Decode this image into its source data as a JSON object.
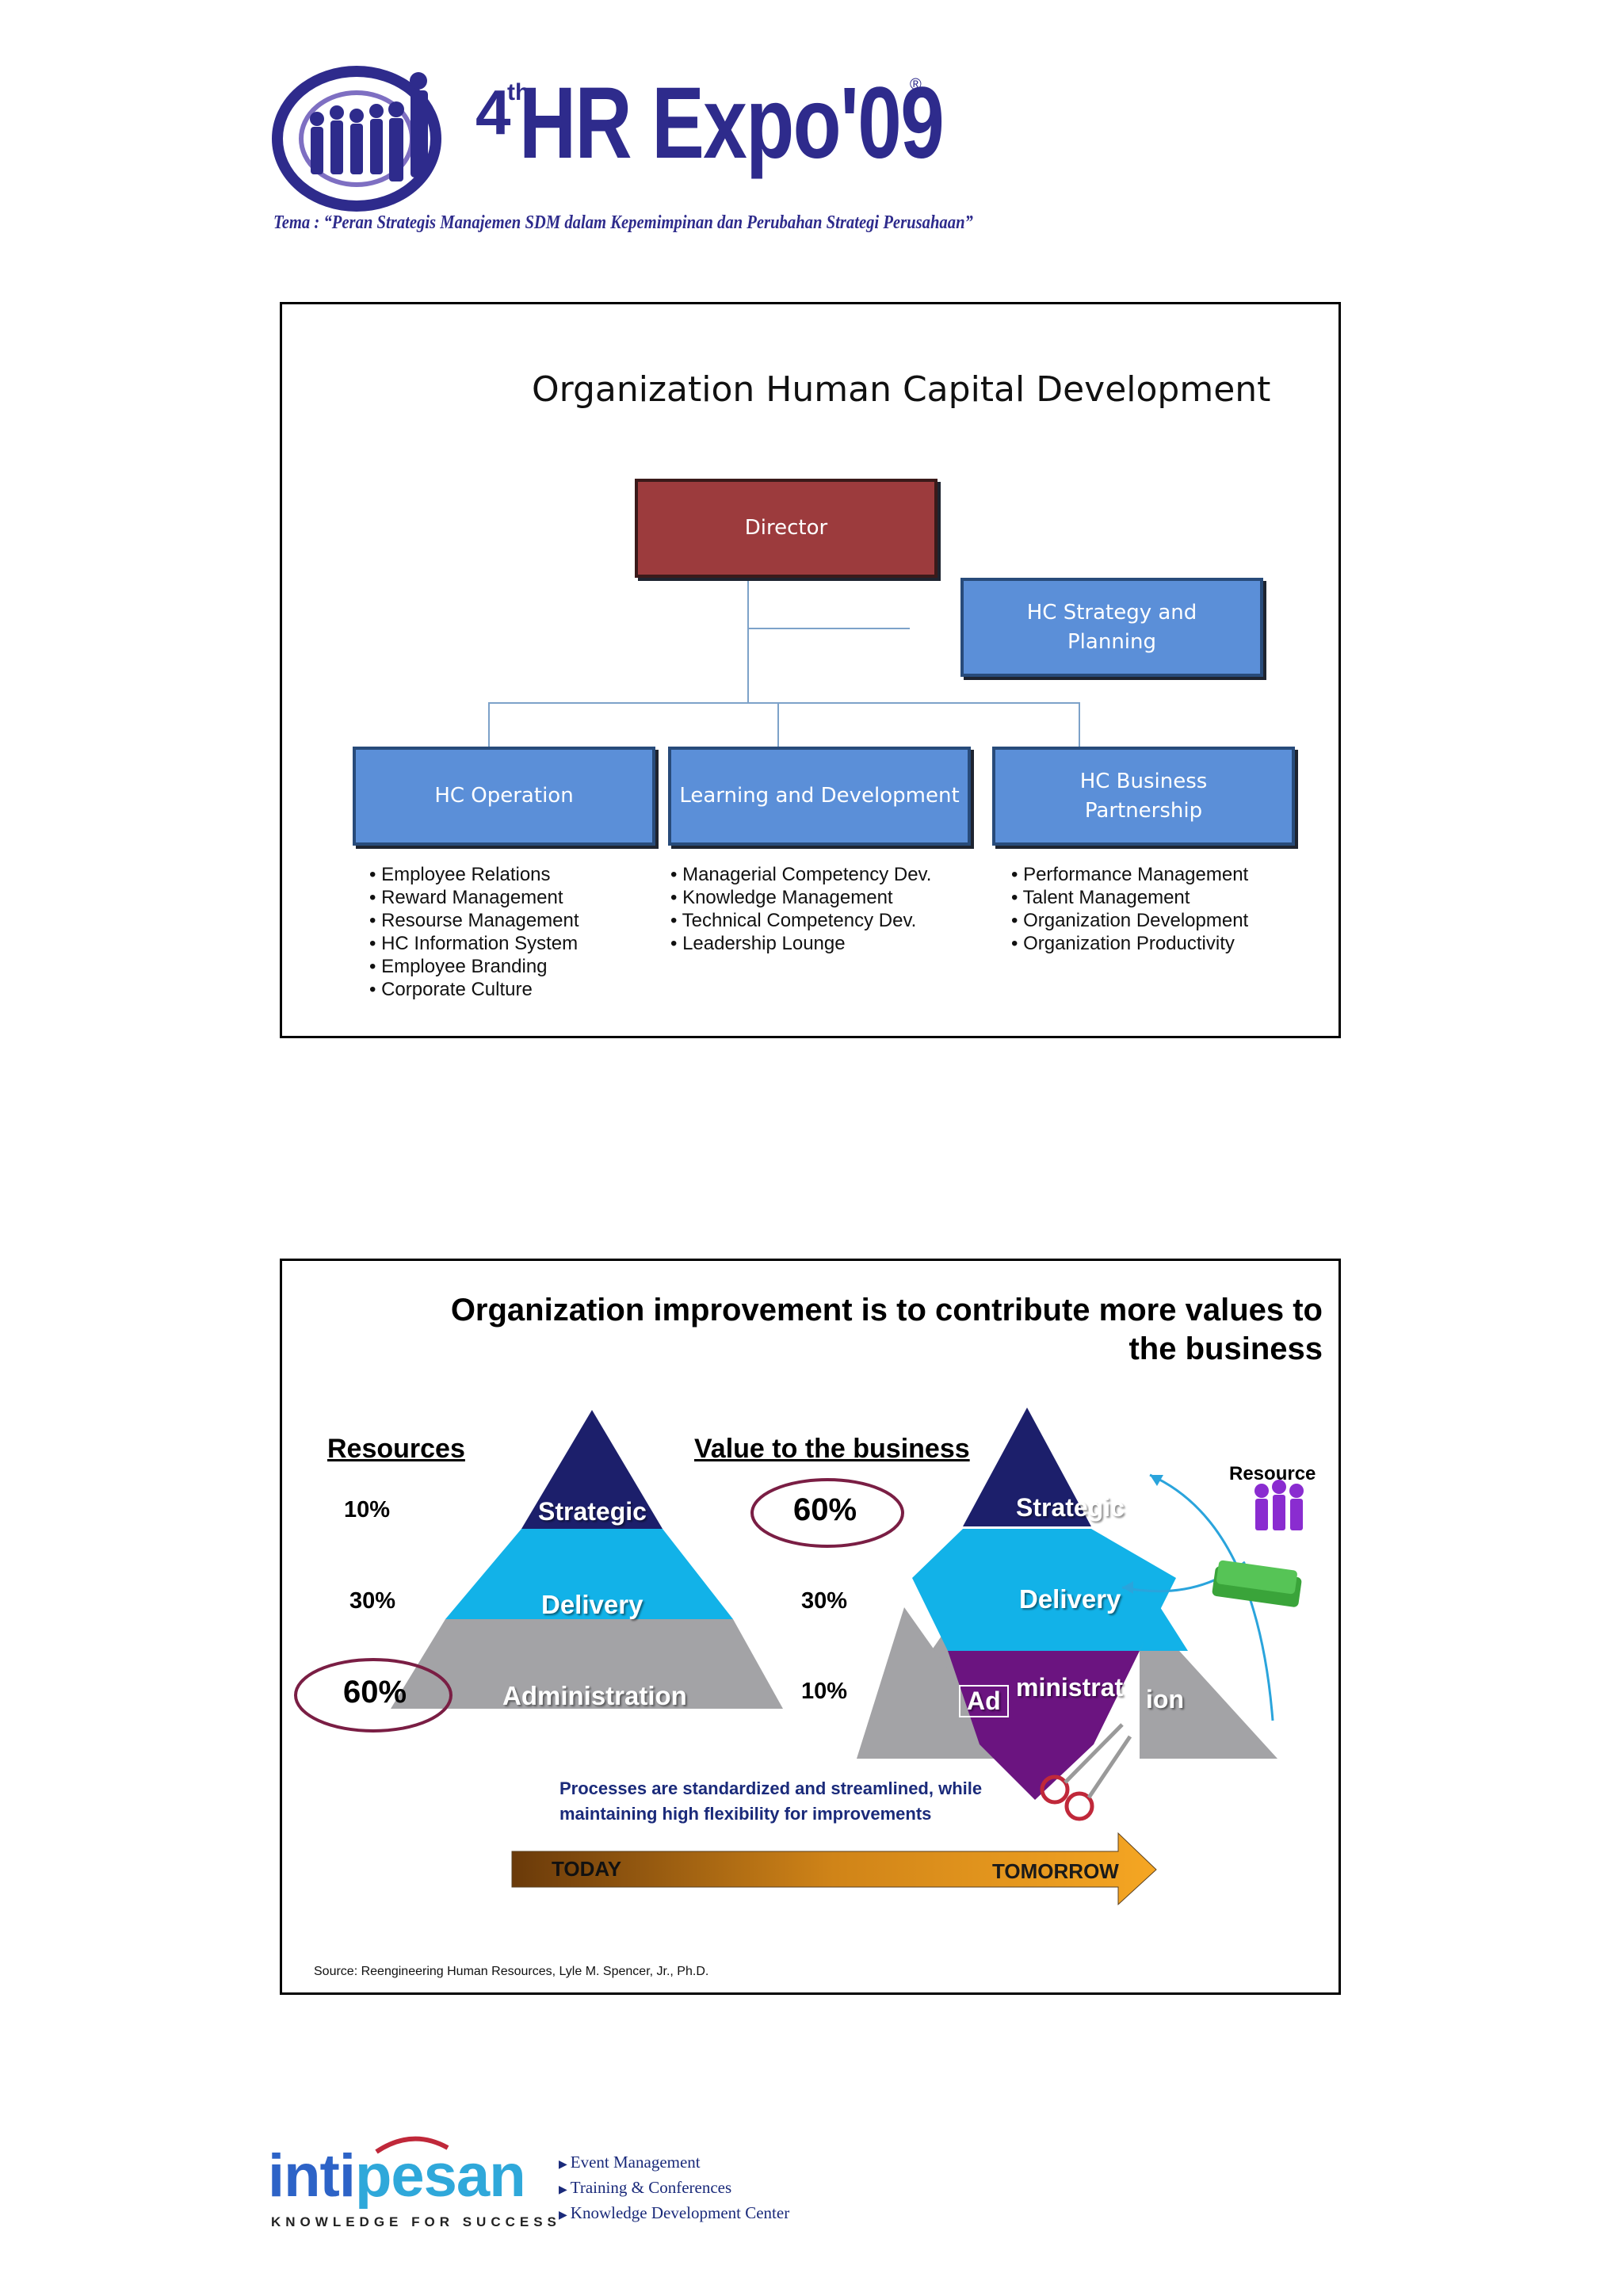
{
  "header": {
    "edition": "4",
    "edition_suffix": "th",
    "event_title": "HR Expo'09",
    "registered_mark": "®",
    "theme": "Tema : “Peran Strategis Manajemen SDM dalam Kepemimpinan dan Perubahan Strategi Perusahaan”",
    "logo_colors": {
      "primary": "#2e2b8c"
    }
  },
  "slide1": {
    "title": "Organization Human Capital Development",
    "director": "Director",
    "strategy_box": "HC  Strategy and Planning",
    "units": [
      {
        "label": "HC  Operation",
        "items": [
          "• Employee Relations",
          "• Reward Management",
          "• Resourse Management",
          "• HC Information System",
          "• Employee Branding",
          "• Corporate Culture"
        ]
      },
      {
        "label": "Learning and Development",
        "items": [
          "• Managerial Competency Dev.",
          "• Knowledge Management",
          "• Technical Competency Dev.",
          "• Leadership Lounge"
        ]
      },
      {
        "label": "HC Business Partnership",
        "items": [
          "• Performance Management",
          "• Talent Management",
          "• Organization Development",
          "• Organization Productivity"
        ]
      }
    ],
    "colors": {
      "director": "#9c3b3d",
      "unit": "#5b8fd8",
      "connector": "#7da2c9"
    }
  },
  "slide2": {
    "title_line1": "Organization improvement is to contribute more values to",
    "title_line2": "the business",
    "resources_label": "Resources",
    "value_label": "Value to the business",
    "resources_pcts": [
      "10%",
      "30%",
      "60%"
    ],
    "value_pcts": [
      "60%",
      "30%",
      "10%"
    ],
    "pyramid_left": {
      "top": "Strategic",
      "middle": "Delivery",
      "bottom": "Administration"
    },
    "pyramid_right": {
      "top": "Strategic",
      "middle": "Delivery",
      "bottom_center": "ministrat",
      "bottom_left": "Ad",
      "bottom_right": "ion"
    },
    "resource_icon_label": "Resource",
    "note_line1": "Processes are standardized and streamlined, while",
    "note_line2": "maintaining high flexibility for improvements",
    "arrow_start": "TODAY",
    "arrow_end": "TOMORROW",
    "source": "Source:  Reengineering Human Resources, Lyle M. Spencer, Jr., Ph.D.",
    "colors": {
      "strategic": "#1c1f6b",
      "delivery": "#12b2e8",
      "administration": "#a3a3a6",
      "admin_new": "#6b1480",
      "circle": "#7a1e44"
    }
  },
  "footer": {
    "brand_part1": "inti",
    "brand_part2": "pesan",
    "tagline": "KNOWLEDGE FOR SUCCESS",
    "services": [
      "Event Management",
      "Training & Conferences",
      "Knowledge Development Center"
    ]
  }
}
